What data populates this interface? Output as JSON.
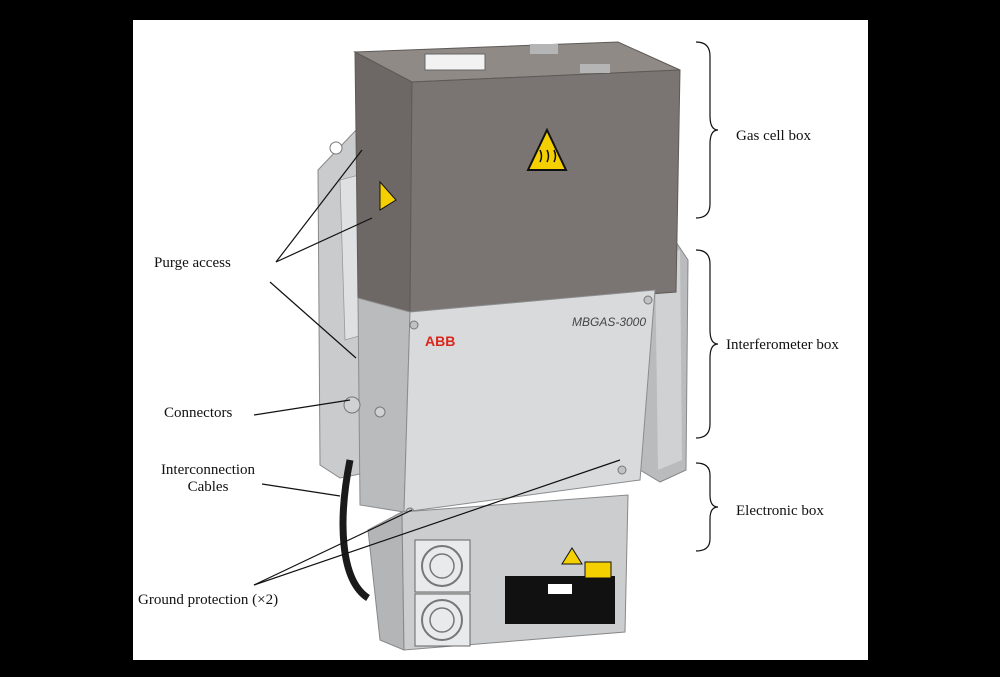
{
  "labels": {
    "purge_access": "Purge access",
    "connectors": "Connectors",
    "interconnection_cables_line1": "Interconnection",
    "interconnection_cables_line2": "Cables",
    "ground_protection": "Ground protection (×2)",
    "gas_cell_box": "Gas cell box",
    "interferometer_box": "Interferometer box",
    "electronic_box": "Electronic box"
  },
  "device": {
    "brand": "ABB",
    "model": "MBGAS-3000"
  },
  "colors": {
    "background": "#000000",
    "panel": "#ffffff",
    "gas_cell_body": "#7a7572",
    "gas_cell_top": "#8f8a86",
    "metal_light": "#d9dadb",
    "metal_mid": "#bfc1c3",
    "brand_red": "#d9261c",
    "warning_yellow": "#f5d000"
  }
}
